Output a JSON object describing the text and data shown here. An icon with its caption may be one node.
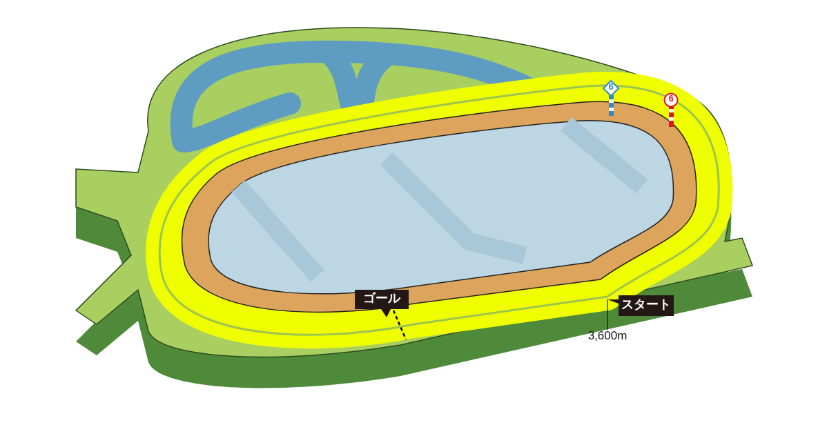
{
  "diagram": {
    "nodes": [
      {
        "text": [
          "6"
        ]
      },
      {
        "text": [
          "6"
        ]
      },
      {
        "text": [
          "ゴール"
        ]
      },
      {
        "text": [
          "スタート"
        ]
      },
      {
        "text": [
          "3,600m"
        ]
      }
    ],
    "edges": [
      {
        "from": 4,
        "to": 3,
        "arrow": "none"
      }
    ]
  }
}
